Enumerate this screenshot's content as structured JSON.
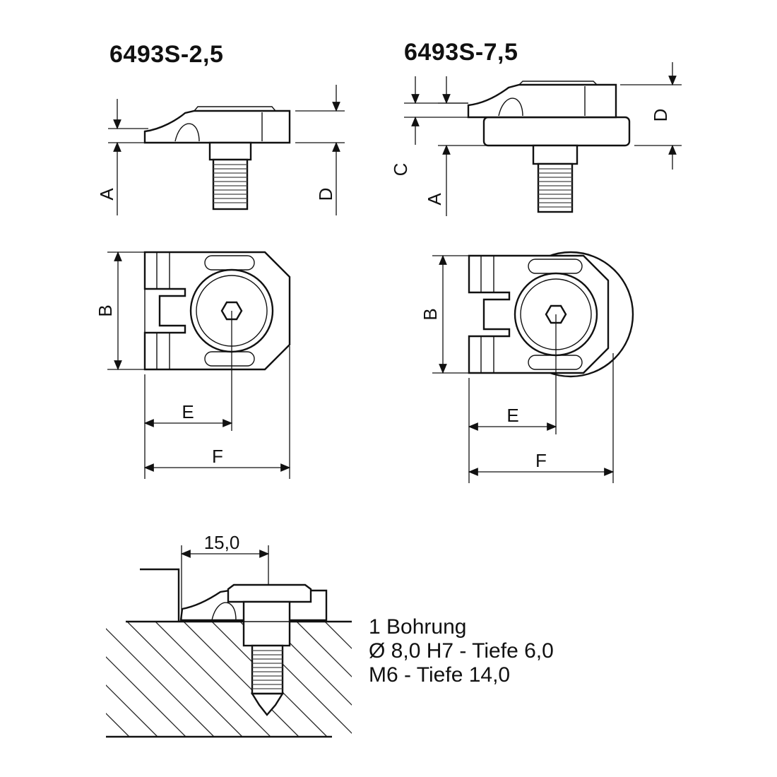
{
  "titles": {
    "left": "6493S-2,5",
    "right": "6493S-7,5"
  },
  "dimension_labels": {
    "A": "A",
    "B": "B",
    "C": "C",
    "D": "D",
    "E": "E",
    "F": "F"
  },
  "install": {
    "offset": "15,0",
    "note_lines": [
      "1 Bohrung",
      "Ø 8,0 H7 - Tiefe 6,0",
      "M6 - Tiefe 14,0"
    ]
  }
}
